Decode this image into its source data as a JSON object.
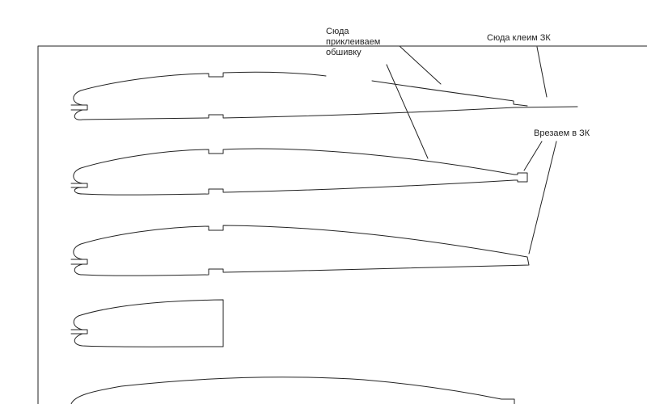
{
  "colors": {
    "background": "#ffffff",
    "line": "#222222"
  },
  "annotations": {
    "skin": {
      "lines": [
        "Сюда",
        "приклеиваем",
        "обшивку"
      ]
    },
    "glue_te": "Сюда клеим ЗК",
    "cut_te": "Врезаем в ЗК"
  }
}
